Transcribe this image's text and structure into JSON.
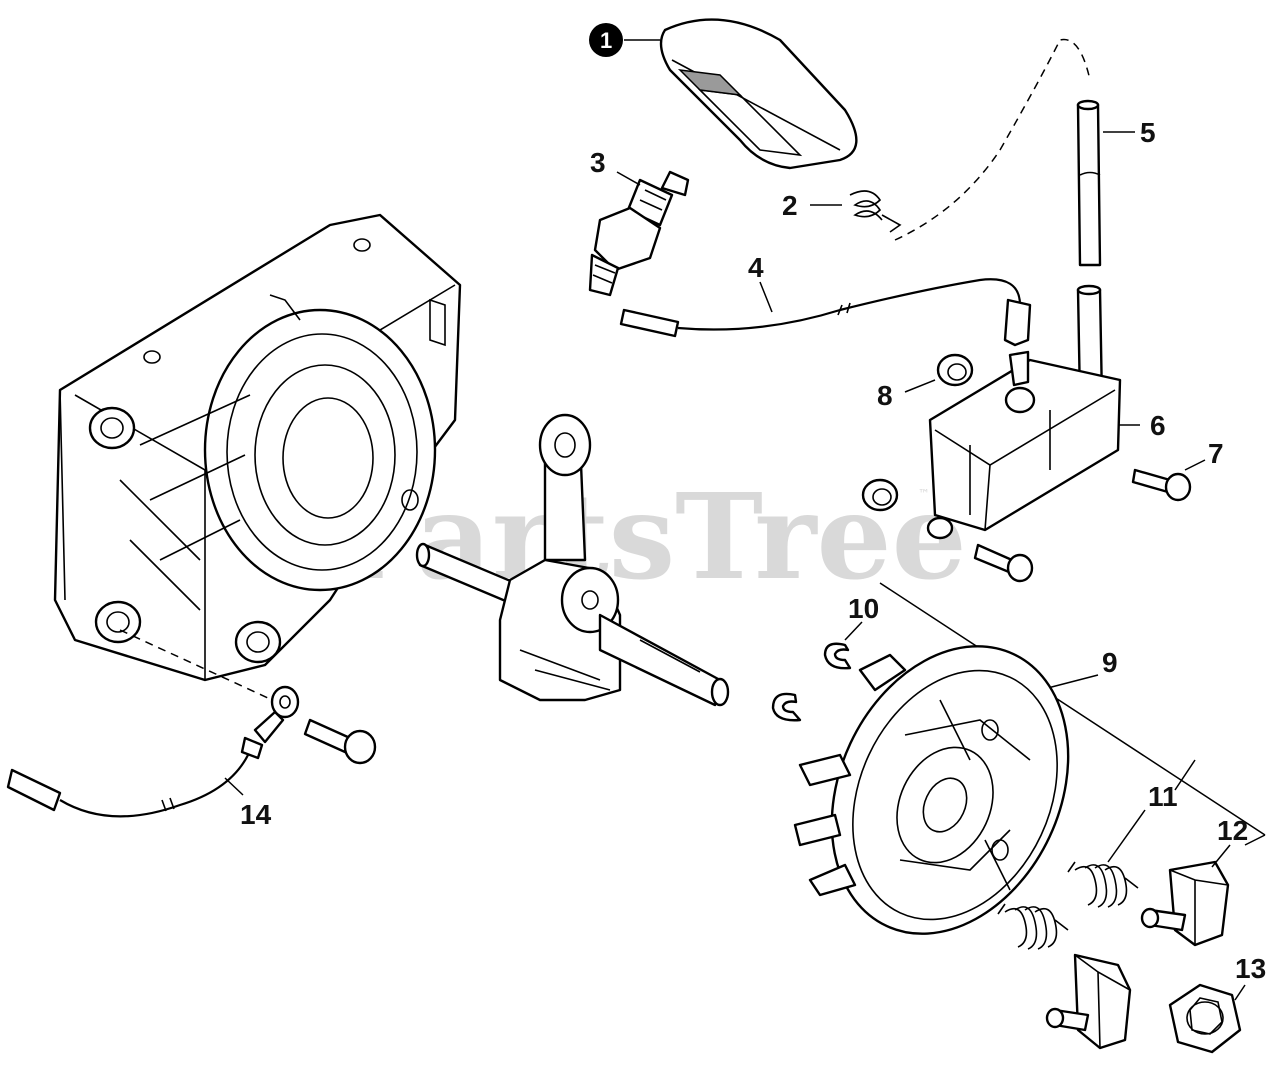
{
  "watermark": {
    "text": "PartsTree",
    "mark": "™"
  },
  "callouts": {
    "p1": "1",
    "p2": "2",
    "p3": "3",
    "p4": "4",
    "p5": "5",
    "p6": "6",
    "p7": "7",
    "p8": "8",
    "p9": "9",
    "p10": "10",
    "p11": "11",
    "p12": "12",
    "p13": "13",
    "p14": "14"
  }
}
